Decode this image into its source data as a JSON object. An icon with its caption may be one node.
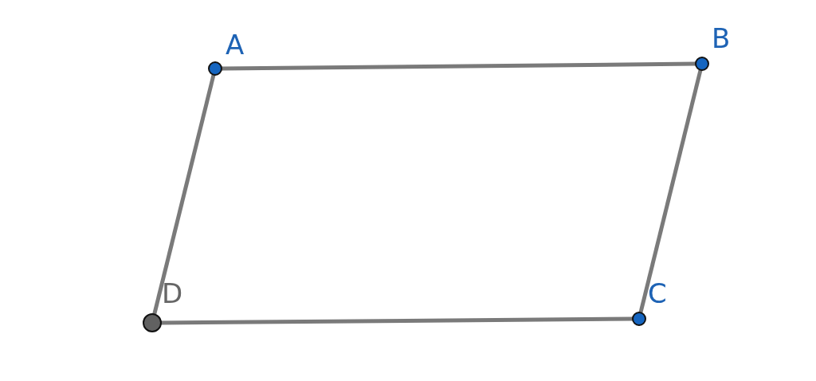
{
  "diagram": {
    "nodes": [
      {
        "text": [],
        "shape": "circle",
        "beside": [
          "A"
        ]
      },
      {
        "text": [],
        "shape": "circle",
        "beside": [
          "B"
        ]
      },
      {
        "text": [],
        "shape": "circle",
        "beside": [
          "C"
        ]
      },
      {
        "text": [],
        "shape": "circle",
        "beside": [
          "D"
        ]
      }
    ],
    "edges": [
      {
        "from": 0,
        "to": 1,
        "arrow": "none"
      },
      {
        "from": 1,
        "to": 2,
        "arrow": "none"
      },
      {
        "from": 2,
        "to": 3,
        "arrow": "none"
      },
      {
        "from": 3,
        "to": 0,
        "arrow": "none"
      }
    ]
  }
}
